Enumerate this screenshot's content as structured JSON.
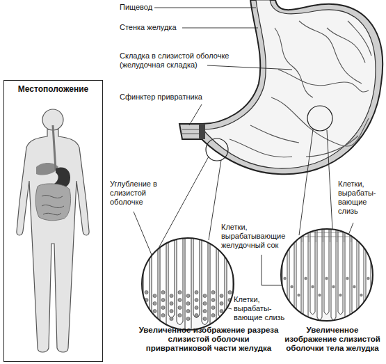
{
  "diagram": {
    "nodes": [
      {
        "text": [
          "Местоположение"
        ]
      }
    ],
    "labels": [
      "Пищевод",
      "Стенка желудка",
      "Складка в слизистой оболочке (желудочная складка)",
      "Сфинктер привратника",
      "Углубление в слизистой оболочке",
      "Клетки, вырабатывающие желудочный сок",
      "Клетки, вырабаты- вающие слизь",
      "Клетки, вырабаты- вающие слизь",
      "Увеличенное изображение разреза слизистой оболочки привратниковой части желудка",
      "Увеличенное изображение слизистой оболочки тела желудка"
    ]
  }
}
